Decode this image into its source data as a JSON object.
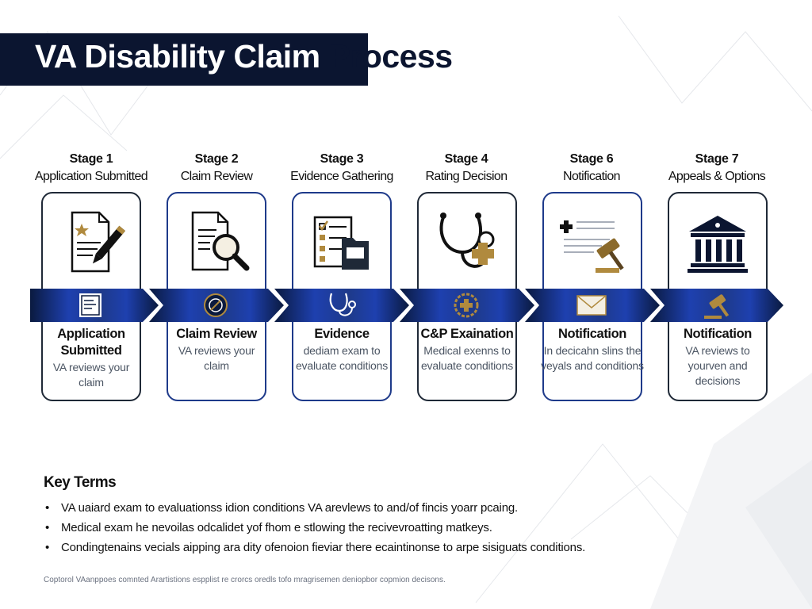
{
  "title": {
    "part1": "VA Disability Claim",
    "part2": "Process"
  },
  "stages": [
    {
      "num": "Stage 1",
      "name": "Application Submitted",
      "card_title": "Application Submitted",
      "card_desc": "VA reviews your claim",
      "icon": "application-document-icon",
      "border": "#1f2937"
    },
    {
      "num": "Stage 2",
      "name": "Claim Review",
      "card_title": "Claim Review",
      "card_desc": "VA reviews your claim",
      "icon": "document-magnifier-icon",
      "border": "#1e3a8a"
    },
    {
      "num": "Stage 3",
      "name": "Evidence Gathering",
      "card_title": "Evidence",
      "card_desc": "dediam exam to evaluate conditions",
      "icon": "checklist-folder-icon",
      "border": "#1e3a8a"
    },
    {
      "num": "Stage 4",
      "name": "Rating Decision",
      "card_title": "C&P Exaination",
      "card_desc": "Medical exenns to evaluate conditions",
      "icon": "stethoscope-icon",
      "border": "#1f2937"
    },
    {
      "num": "Stage 6",
      "name": "Notification",
      "card_title": "Notification",
      "card_desc": "In decicahn slins the veyals and conditions",
      "icon": "document-gavel-icon",
      "border": "#1e3a8a"
    },
    {
      "num": "Stage 7",
      "name": "Appeals & Options",
      "card_title": "Notification",
      "card_desc": "VA reviews to yourven and decisions",
      "icon": "courthouse-icon",
      "border": "#1f2937"
    }
  ],
  "band_icons": [
    "form-icon",
    "seal-icon",
    "stethoscope-small-icon",
    "medical-badge-icon",
    "envelope-icon",
    "gavel-icon"
  ],
  "key_terms": {
    "title": "Key Terms",
    "items": [
      "VA uaiard exam to evaluationss idion conditions VA arevlews to and/of fincis yoarr pcaing.",
      "Medical exam he nevoilas odcalidet yof fhom e stlowing the recivevroatting matkeys.",
      "Condingtenains vecials aipping ara dity ofenoion fieviar there ecaintinonse to arpe sisiguats conditions."
    ]
  },
  "footnote": "Coptorol VAanppoes comnted Arartistions espplist re crorcs oredls tofo mragrisemen deniopbor copmion decisons.",
  "colors": {
    "navy": "#0b1530",
    "band_dark": "#0a1a3f",
    "band_mid": "#1e40af",
    "gold": "#b08a3e",
    "card_border_dark": "#1f2937",
    "card_border_blue": "#1e3a8a"
  }
}
